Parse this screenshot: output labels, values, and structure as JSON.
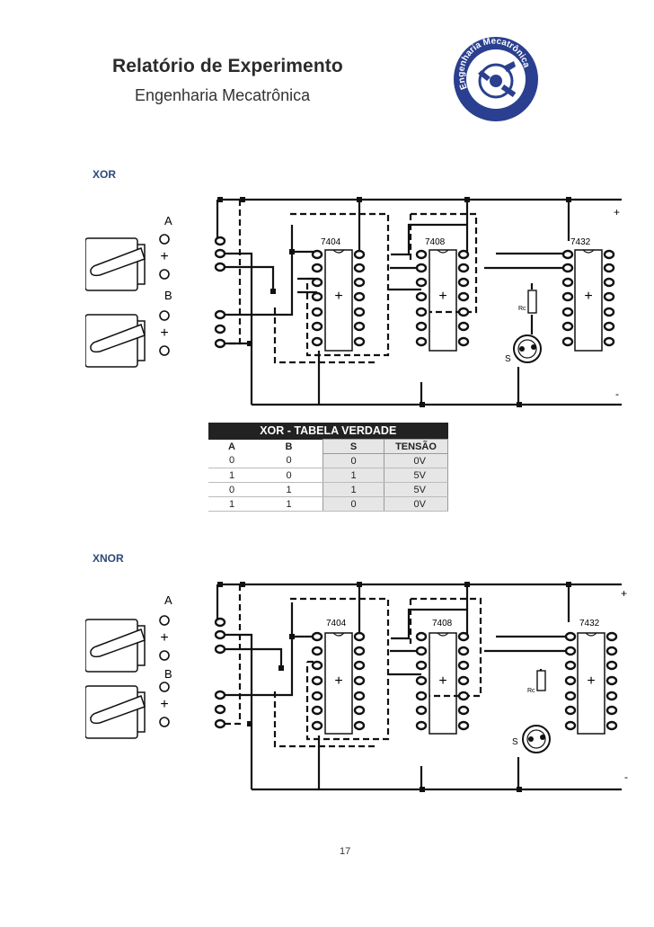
{
  "header": {
    "title": "Relatório de Experimento",
    "subtitle": "Engenharia Mecatrônica",
    "logo_text": "Engenharia Mecatrônica"
  },
  "sections": [
    {
      "label": "XOR",
      "switch_labels": [
        "A",
        "B"
      ],
      "chips": [
        "7404",
        "7408",
        "7432"
      ],
      "lamp_label": "S",
      "rail_plus": "+",
      "rail_minus": "-",
      "resistor_label": "Rc"
    },
    {
      "label": "XNOR",
      "switch_labels": [
        "A",
        "B"
      ],
      "chips": [
        "7404",
        "7408",
        "7432"
      ],
      "lamp_label": "S",
      "rail_plus": "+",
      "rail_minus": "-",
      "resistor_label": "Rc"
    }
  ],
  "truth_table": {
    "title": "XOR - TABELA VERDADE",
    "headers": [
      "A",
      "B",
      "S",
      "TENSÃO"
    ],
    "rows": [
      [
        "0",
        "0",
        "0",
        "0V"
      ],
      [
        "1",
        "0",
        "1",
        "5V"
      ],
      [
        "0",
        "1",
        "1",
        "5V"
      ],
      [
        "1",
        "1",
        "0",
        "0V"
      ]
    ]
  },
  "page_number": "17",
  "colors": {
    "section_label": "#2c4a78",
    "logo_blue": "#2a3f8f",
    "table_header_bg": "#222222",
    "table_shade": "#e6e6e6"
  }
}
